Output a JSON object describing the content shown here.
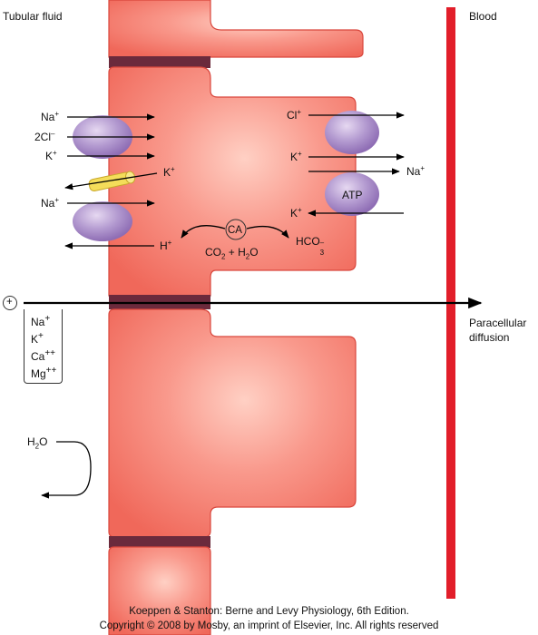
{
  "compartments": {
    "left": "Tubular fluid",
    "right": "Blood"
  },
  "apical_transport": {
    "na1": "Na",
    "na1_sup": "+",
    "cl": "2Cl",
    "cl_sup": "–",
    "k1": "K",
    "k1_sup": "+",
    "k_channel": "K",
    "k_channel_sup": "+",
    "na2": "Na",
    "na2_sup": "+",
    "h": "H",
    "h_sup": "+"
  },
  "carbonic_anhydrase": {
    "enzyme": "CA",
    "co2": "CO",
    "co2_sub": "2",
    "plus_h2o": " + H",
    "h2o_sub": "2",
    "o": "O",
    "hco3": "HCO",
    "hco3_sub": "3",
    "hco3_sup": "–"
  },
  "basolateral_transport": {
    "cl": "Cl",
    "cl_sup": "+",
    "k_out": "K",
    "k_out_sup": "+",
    "na": "Na",
    "na_sup": "+",
    "pump": "ATP",
    "k_in": "K",
    "k_in_sup": "+"
  },
  "paracellular": {
    "charge": "+",
    "label_line1": "Paracellular",
    "label_line2": "diffusion",
    "ions": [
      {
        "base": "Na",
        "sup": "+"
      },
      {
        "base": "K",
        "sup": "+"
      },
      {
        "base": "Ca",
        "sup": "++"
      },
      {
        "base": "Mg",
        "sup": "++"
      }
    ]
  },
  "water": {
    "h": "H",
    "sub": "2",
    "o": "O"
  },
  "footer": {
    "line1": "Koeppen & Stanton: Berne and Levy Physiology, 6th Edition.",
    "line2": "Copyright © 2008 by Mosby, an imprint of Elsevier, Inc. All rights reserved"
  },
  "colors": {
    "cell_fill": "#f47a6e",
    "cell_edge": "#d9473d",
    "tight_junction": "#6b2a3c",
    "blood_vessel": "#e21e2a",
    "transporter": "#a98bc8",
    "k_channel": "#f4dd5a"
  }
}
